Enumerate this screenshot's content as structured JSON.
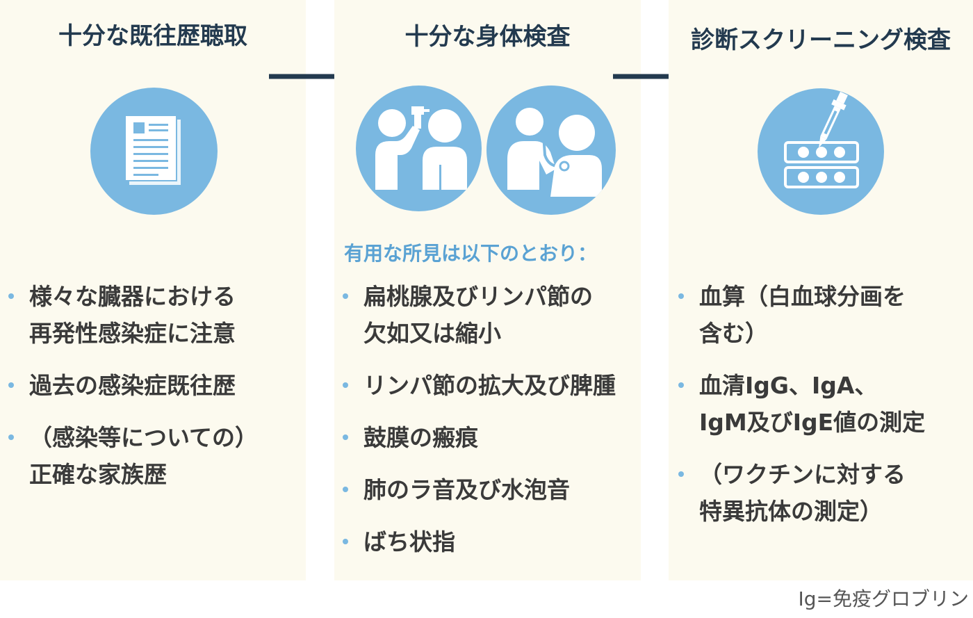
{
  "columns": [
    {
      "title": "十分な既往歴聴取",
      "icon": "document-icon",
      "items": [
        "様々な臓器における\n再発性感染症に注意",
        "過去の感染症既往歴",
        "（感染等についての）\n正確な家族歴"
      ]
    },
    {
      "title": "十分な身体検査",
      "icons": [
        "ear-examination-icon",
        "stethoscope-examination-icon"
      ],
      "subhead": "有用な所見は以下のとおり：",
      "items": [
        "扁桃腺及びリンパ節の\n欠如又は縮小",
        "リンパ節の拡大及び脾腫",
        "鼓膜の瘢痕",
        "肺のラ音及び水泡音",
        "ばち状指"
      ]
    },
    {
      "title": "診断スクリーニング検査",
      "icon": "pipette-test-plate-icon",
      "items": [
        "血算（白血球分画を\n含む）",
        "血清IgG、IgA、\nIgM及びIgE値の測定",
        "（ワクチンに対する\n特異抗体の測定）"
      ]
    }
  ],
  "footnote": "Ig=免疫グロブリン",
  "colors": {
    "panel_bg": "#fcfaef",
    "title": "#233a4f",
    "accent": "#7ab8e1",
    "subhead": "#5aa2d3",
    "text": "#3a3a3a"
  }
}
